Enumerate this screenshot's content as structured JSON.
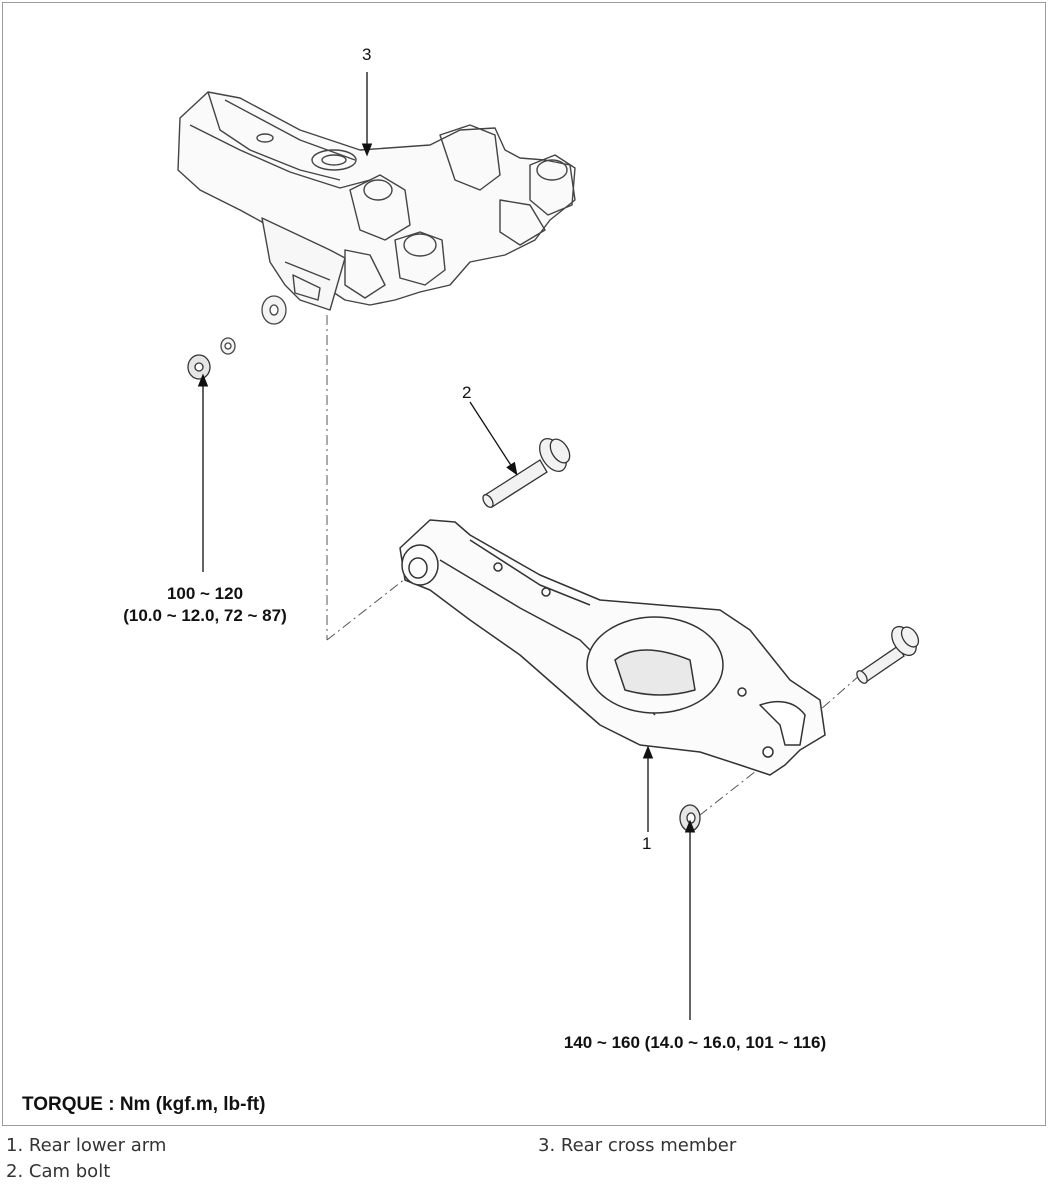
{
  "callouts": {
    "c1": "1",
    "c2": "2",
    "c3": "3"
  },
  "torque_specs": {
    "nut_upper": {
      "line1": "100 ~ 120",
      "line2": "(10.0 ~ 12.0, 72 ~ 87)"
    },
    "nut_lower": "140 ~ 160 (14.0 ~ 16.0, 101 ~ 116)"
  },
  "torque_legend": "TORQUE : Nm (kgf.m, lb-ft)",
  "legend": {
    "item1": "1. Rear lower arm",
    "item2": "2. Cam bolt",
    "item3": "3. Rear cross member"
  }
}
